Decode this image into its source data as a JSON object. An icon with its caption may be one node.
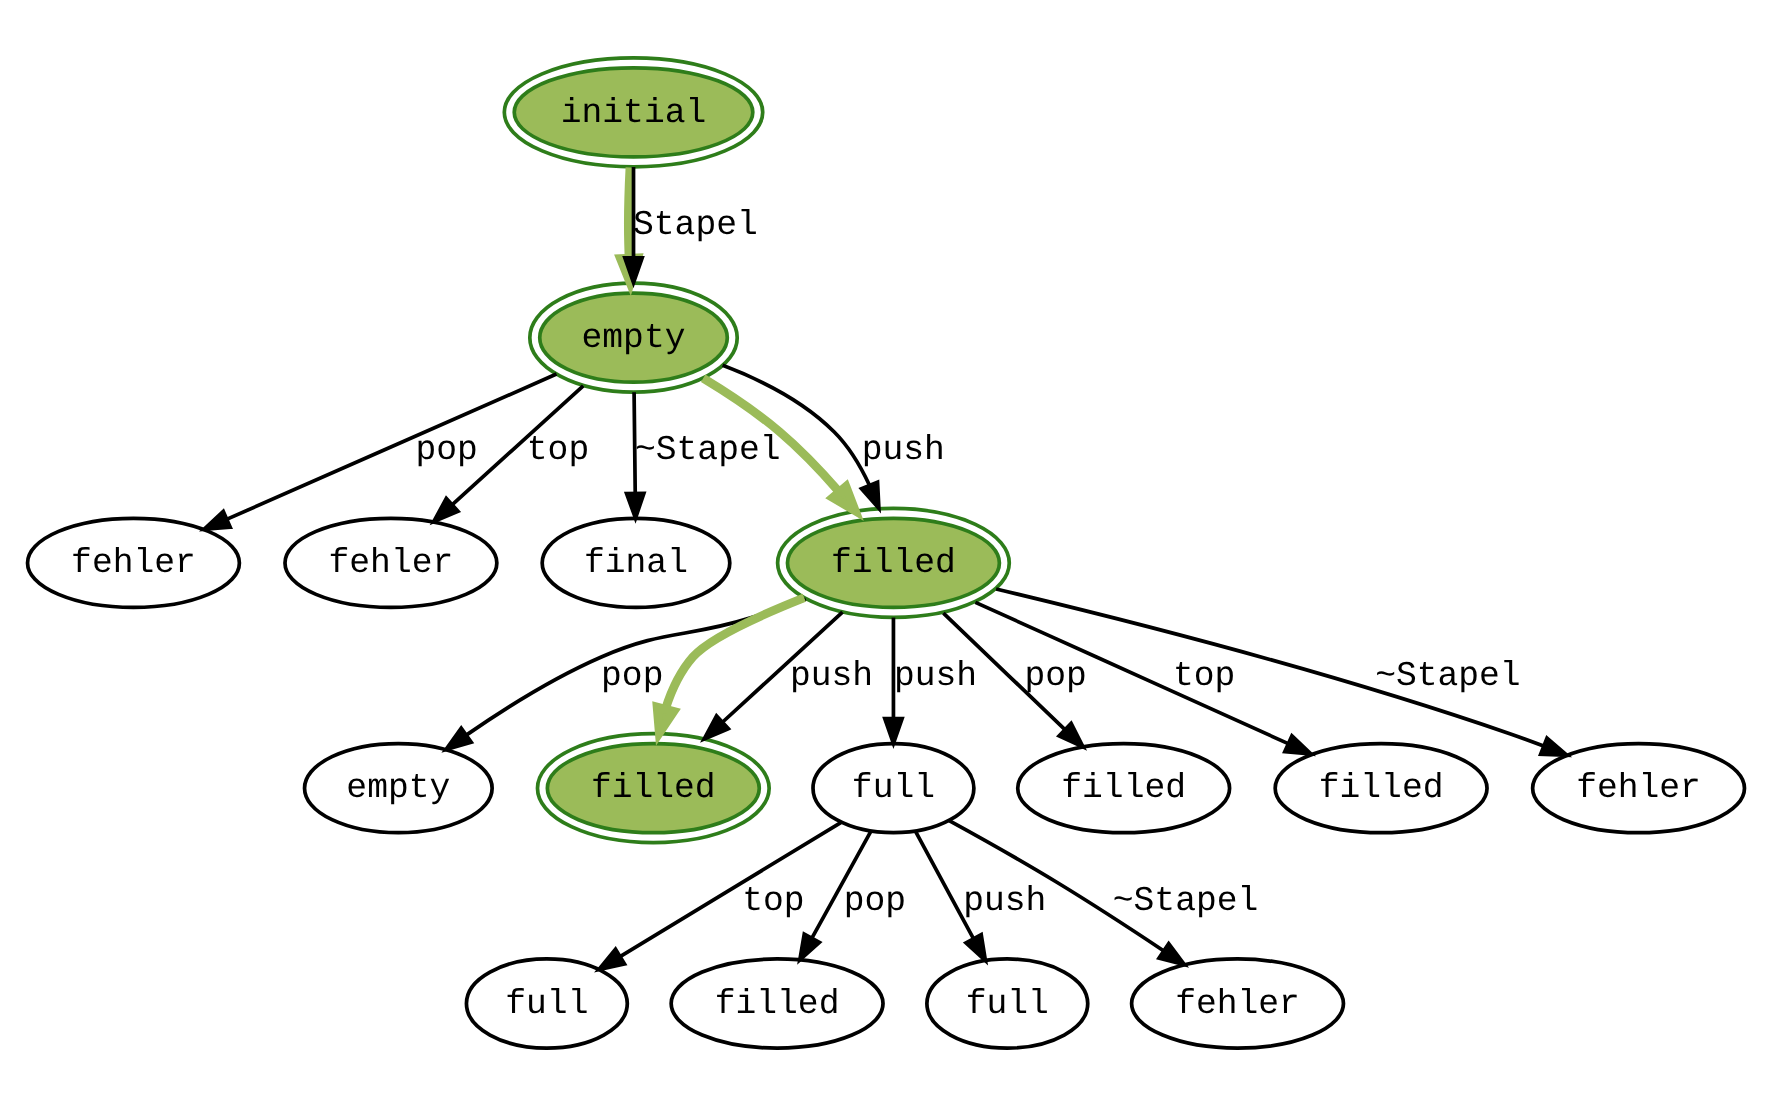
{
  "diagram": {
    "nodes": [
      {
        "text": [
          "initial"
        ]
      },
      {
        "text": [
          "empty"
        ]
      },
      {
        "text": [
          "fehler"
        ]
      },
      {
        "text": [
          "fehler"
        ]
      },
      {
        "text": [
          "final"
        ]
      },
      {
        "text": [
          "filled"
        ]
      },
      {
        "text": [
          "empty"
        ]
      },
      {
        "text": [
          "filled"
        ]
      },
      {
        "text": [
          "full"
        ]
      },
      {
        "text": [
          "filled"
        ]
      },
      {
        "text": [
          "filled"
        ]
      },
      {
        "text": [
          "fehler"
        ]
      },
      {
        "text": [
          "full"
        ]
      },
      {
        "text": [
          "filled"
        ]
      },
      {
        "text": [
          "full"
        ]
      },
      {
        "text": [
          "fehler"
        ]
      }
    ],
    "edges": [
      {
        "from": 0,
        "to": 1,
        "arrow": "to",
        "style": "thick",
        "color": "#9bbb59"
      },
      {
        "from": 0,
        "to": 1,
        "arrow": "to",
        "label": "Stapel"
      },
      {
        "from": 1,
        "to": 2,
        "arrow": "to",
        "label": "pop"
      },
      {
        "from": 1,
        "to": 3,
        "arrow": "to",
        "label": "top"
      },
      {
        "from": 1,
        "to": 5,
        "arrow": "to",
        "style": "thick",
        "color": "#9bbb59"
      },
      {
        "from": 1,
        "to": 5,
        "arrow": "to",
        "label": "push"
      },
      {
        "from": 1,
        "to": 4,
        "arrow": "to",
        "label": "~Stapel"
      },
      {
        "from": 5,
        "to": 6,
        "arrow": "to",
        "label": "pop"
      },
      {
        "from": 5,
        "to": 7,
        "arrow": "to",
        "style": "thick",
        "color": "#9bbb59"
      },
      {
        "from": 5,
        "to": 7,
        "arrow": "to",
        "label": "push"
      },
      {
        "from": 5,
        "to": 8,
        "arrow": "to",
        "label": "push"
      },
      {
        "from": 5,
        "to": 9,
        "arrow": "to",
        "label": "pop"
      },
      {
        "from": 5,
        "to": 10,
        "arrow": "to",
        "label": "top"
      },
      {
        "from": 5,
        "to": 11,
        "arrow": "to",
        "label": "~Stapel"
      },
      {
        "from": 8,
        "to": 12,
        "arrow": "to",
        "label": "top"
      },
      {
        "from": 8,
        "to": 13,
        "arrow": "to",
        "label": "pop"
      },
      {
        "from": 8,
        "to": 14,
        "arrow": "to",
        "label": "push"
      },
      {
        "from": 8,
        "to": 15,
        "arrow": "to",
        "label": "~Stapel"
      }
    ]
  }
}
